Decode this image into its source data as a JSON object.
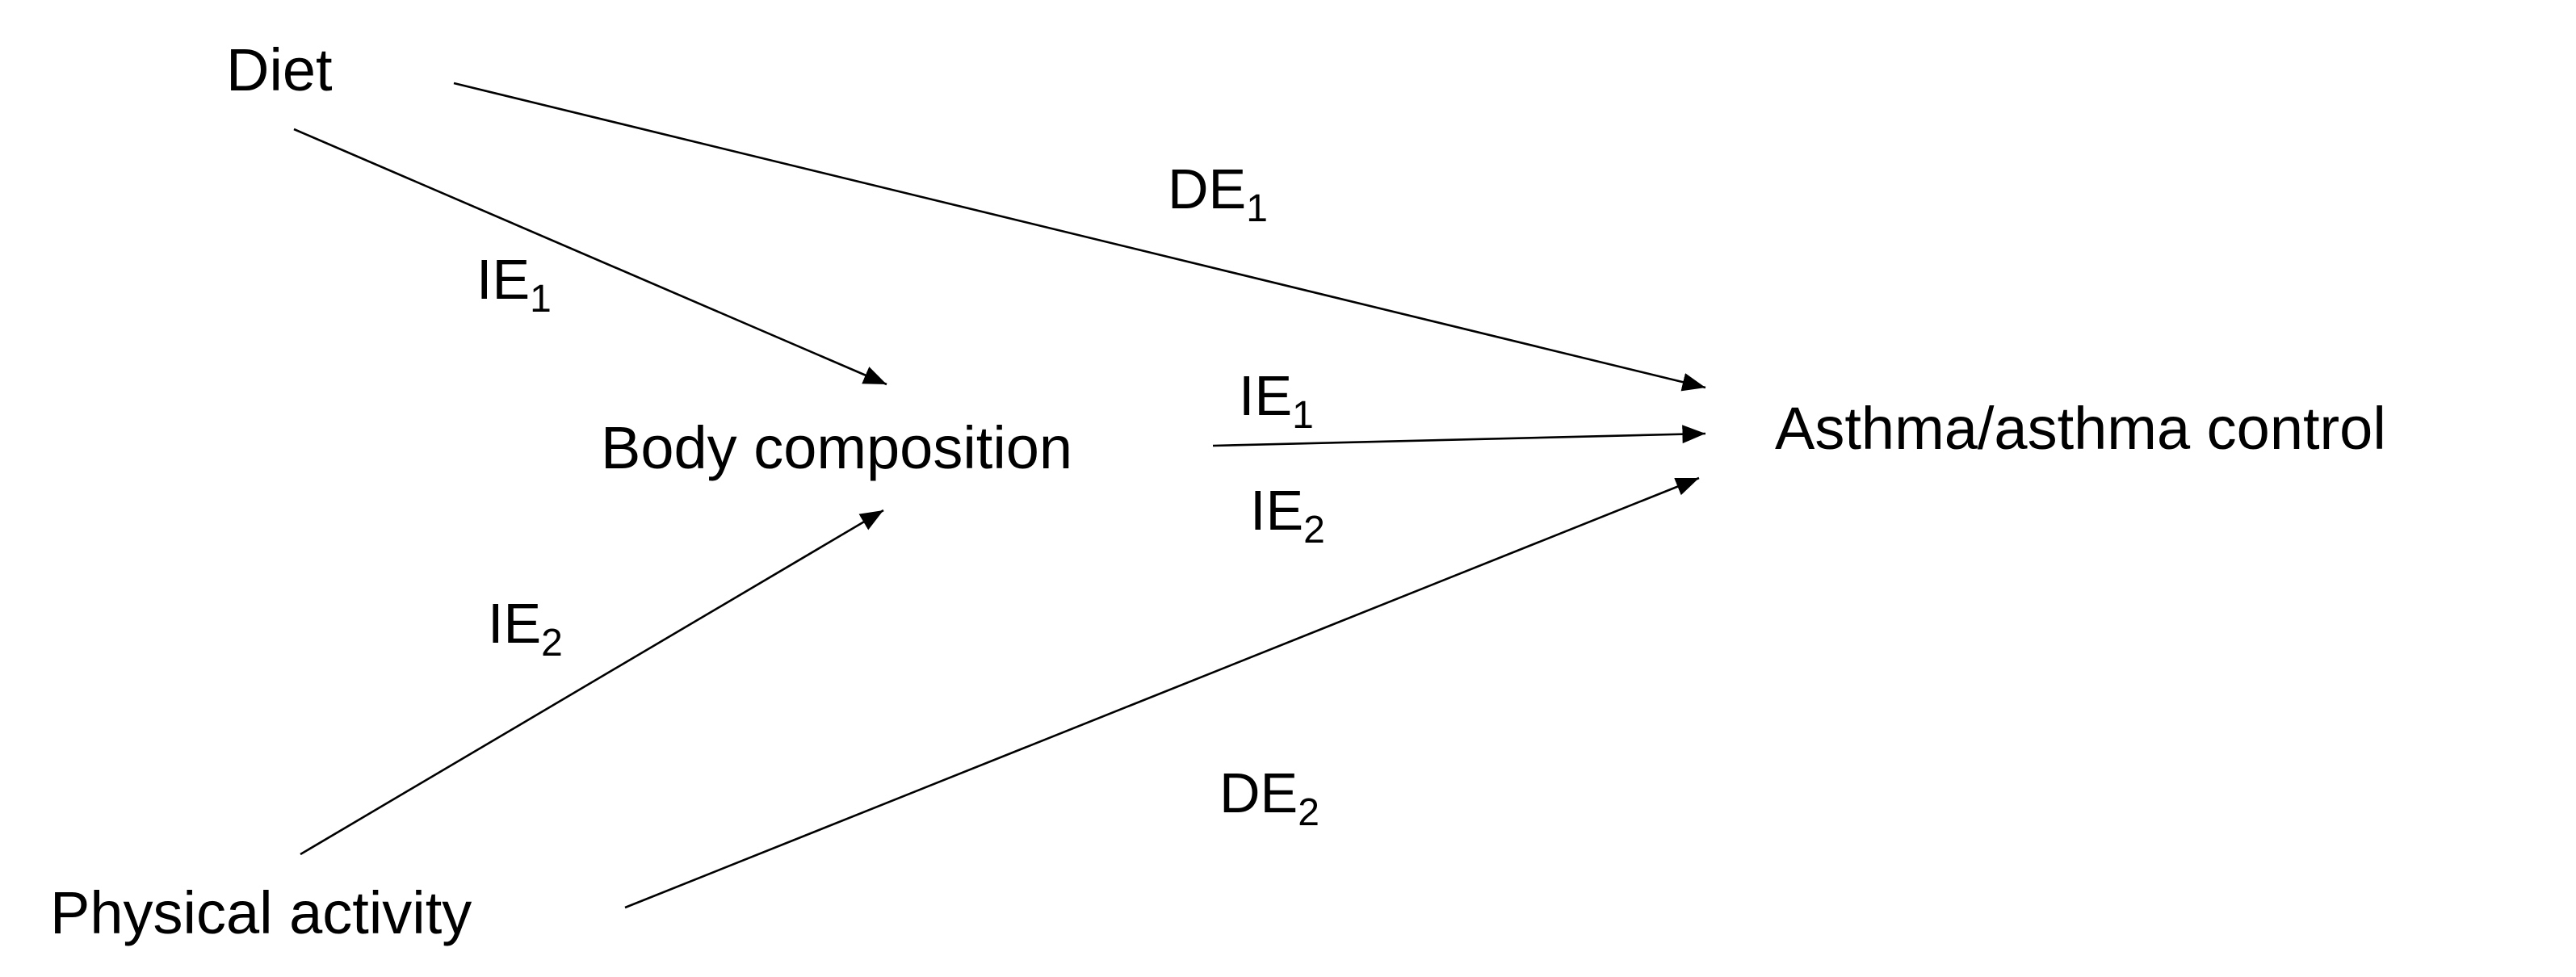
{
  "nodes": {
    "diet": "Diet",
    "physical_activity": "Physical activity",
    "body_composition": "Body composition",
    "outcome": "Asthma/asthma control"
  },
  "edges": [
    {
      "id": "diet-to-outcome",
      "from": "diet",
      "to": "outcome",
      "label": "DE",
      "sub": "1"
    },
    {
      "id": "diet-to-body",
      "from": "diet",
      "to": "body_composition",
      "label": "IE",
      "sub": "1"
    },
    {
      "id": "activity-to-body",
      "from": "physical_activity",
      "to": "body_composition",
      "label": "IE",
      "sub": "2"
    },
    {
      "id": "activity-to-outcome",
      "from": "physical_activity",
      "to": "outcome",
      "label": "DE",
      "sub": "2"
    },
    {
      "id": "body-to-outcome",
      "from": "body_composition",
      "to": "outcome",
      "label": "IE",
      "sub": "1",
      "label2": "IE",
      "sub2": "2"
    }
  ],
  "colors": {
    "ink": "#000000",
    "background": "#ffffff"
  }
}
